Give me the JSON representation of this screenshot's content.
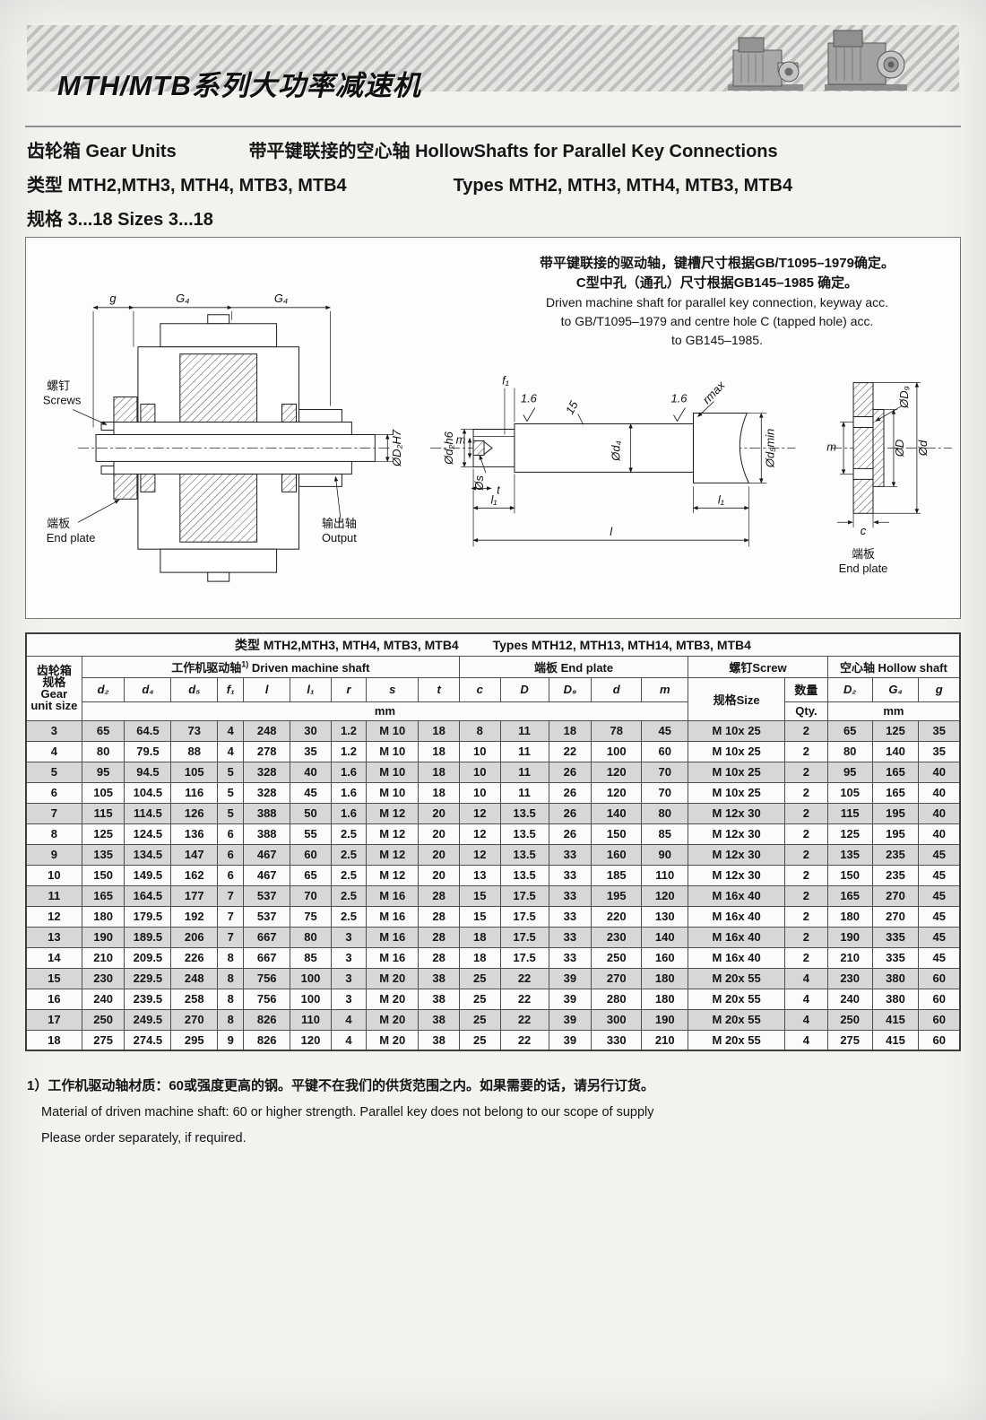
{
  "header": {
    "title": "MTH/MTB系列大功率减速机"
  },
  "intro": {
    "line1_left": "齿轮箱 Gear Units",
    "line1_right": "带平键联接的空心轴 HollowShafts for Parallel Key Connections",
    "line2_left": "类型 MTH2,MTH3, MTH4, MTB3, MTB4",
    "line2_right": "Types MTH2, MTH3, MTH4, MTB3, MTB4",
    "line3": "规格 3...18 Sizes 3...18"
  },
  "drawing": {
    "notes": [
      "带平键联接的驱动轴，键槽尺寸根据GB/T1095–1979确定。",
      "C型中孔（通孔）尺寸根据GB145–1985 确定。",
      "Driven machine shaft for parallel key connection, keyway acc.",
      "to GB/T1095–1979 and centre hole C (tapped hole) acc.",
      "to GB145–1985."
    ],
    "labels": {
      "g": "g",
      "g4_left": "G₄",
      "g4_right": "G₄",
      "screws_zh": "螺钉",
      "screws_en": "Screws",
      "endplate_left_zh": "端板",
      "endplate_left_en": "End plate",
      "output_zh": "输出轴",
      "output_en": "Output",
      "d2h7": "ØD₂H7",
      "f1": "f₁",
      "finish_left": "1.6",
      "angle15": "15",
      "finish_right": "1.6",
      "rmax": "rmax",
      "d2h6": "Ød₂h6",
      "m_shaft": "m",
      "s": "Øs",
      "t": "t",
      "d4": "Ød₄",
      "d5min": "Ød₅min",
      "l1_left": "l₁",
      "l": "l",
      "l1_right": "l₁",
      "d9": "ØD₉",
      "m_plate": "m",
      "dD": "ØD",
      "dd": "Ød",
      "c": "c",
      "endplate_right_zh": "端板",
      "endplate_right_en": "End plate"
    }
  },
  "table": {
    "caption_left": "类型 MTH2,MTH3, MTH4, MTB3, MTB4",
    "caption_right": "Types MTH12, MTH13, MTH14, MTB3, MTB4",
    "group_headers": {
      "gearbox": [
        "齿轮箱",
        "规格",
        "Gear",
        "unit size"
      ],
      "driven_shaft_zh": "工作机驱动轴",
      "driven_shaft_sup": "1)",
      "driven_shaft_en": "Driven machine shaft",
      "end_plate": "端板 End plate",
      "screw": "螺钉Screw",
      "hollow_shaft": "空心轴 Hollow   shaft"
    },
    "sub_headers": [
      "d₂",
      "d₄",
      "d₅",
      "f₁",
      "l",
      "l₁",
      "r",
      "s",
      "t",
      "c",
      "D",
      "D₉",
      "d",
      "m",
      "规格Size",
      "数量",
      "D₂",
      "G₄",
      "g"
    ],
    "units": {
      "mm_left": "mm",
      "qty": "Qty.",
      "mm_right": "mm"
    },
    "rows": [
      [
        "3",
        "65",
        "64.5",
        "73",
        "4",
        "248",
        "30",
        "1.2",
        "M 10",
        "18",
        "8",
        "11",
        "18",
        "78",
        "45",
        "M 10x 25",
        "2",
        "65",
        "125",
        "35"
      ],
      [
        "4",
        "80",
        "79.5",
        "88",
        "4",
        "278",
        "35",
        "1.2",
        "M 10",
        "18",
        "10",
        "11",
        "22",
        "100",
        "60",
        "M 10x 25",
        "2",
        "80",
        "140",
        "35"
      ],
      [
        "5",
        "95",
        "94.5",
        "105",
        "5",
        "328",
        "40",
        "1.6",
        "M 10",
        "18",
        "10",
        "11",
        "26",
        "120",
        "70",
        "M 10x 25",
        "2",
        "95",
        "165",
        "40"
      ],
      [
        "6",
        "105",
        "104.5",
        "116",
        "5",
        "328",
        "45",
        "1.6",
        "M 10",
        "18",
        "10",
        "11",
        "26",
        "120",
        "70",
        "M 10x 25",
        "2",
        "105",
        "165",
        "40"
      ],
      [
        "7",
        "115",
        "114.5",
        "126",
        "5",
        "388",
        "50",
        "1.6",
        "M 12",
        "20",
        "12",
        "13.5",
        "26",
        "140",
        "80",
        "M 12x 30",
        "2",
        "115",
        "195",
        "40"
      ],
      [
        "8",
        "125",
        "124.5",
        "136",
        "6",
        "388",
        "55",
        "2.5",
        "M 12",
        "20",
        "12",
        "13.5",
        "26",
        "150",
        "85",
        "M 12x 30",
        "2",
        "125",
        "195",
        "40"
      ],
      [
        "9",
        "135",
        "134.5",
        "147",
        "6",
        "467",
        "60",
        "2.5",
        "M 12",
        "20",
        "12",
        "13.5",
        "33",
        "160",
        "90",
        "M 12x 30",
        "2",
        "135",
        "235",
        "45"
      ],
      [
        "10",
        "150",
        "149.5",
        "162",
        "6",
        "467",
        "65",
        "2.5",
        "M 12",
        "20",
        "13",
        "13.5",
        "33",
        "185",
        "110",
        "M 12x 30",
        "2",
        "150",
        "235",
        "45"
      ],
      [
        "11",
        "165",
        "164.5",
        "177",
        "7",
        "537",
        "70",
        "2.5",
        "M 16",
        "28",
        "15",
        "17.5",
        "33",
        "195",
        "120",
        "M 16x 40",
        "2",
        "165",
        "270",
        "45"
      ],
      [
        "12",
        "180",
        "179.5",
        "192",
        "7",
        "537",
        "75",
        "2.5",
        "M 16",
        "28",
        "15",
        "17.5",
        "33",
        "220",
        "130",
        "M 16x 40",
        "2",
        "180",
        "270",
        "45"
      ],
      [
        "13",
        "190",
        "189.5",
        "206",
        "7",
        "667",
        "80",
        "3",
        "M 16",
        "28",
        "18",
        "17.5",
        "33",
        "230",
        "140",
        "M 16x 40",
        "2",
        "190",
        "335",
        "45"
      ],
      [
        "14",
        "210",
        "209.5",
        "226",
        "8",
        "667",
        "85",
        "3",
        "M 16",
        "28",
        "18",
        "17.5",
        "33",
        "250",
        "160",
        "M 16x 40",
        "2",
        "210",
        "335",
        "45"
      ],
      [
        "15",
        "230",
        "229.5",
        "248",
        "8",
        "756",
        "100",
        "3",
        "M 20",
        "38",
        "25",
        "22",
        "39",
        "270",
        "180",
        "M 20x 55",
        "4",
        "230",
        "380",
        "60"
      ],
      [
        "16",
        "240",
        "239.5",
        "258",
        "8",
        "756",
        "100",
        "3",
        "M 20",
        "38",
        "25",
        "22",
        "39",
        "280",
        "180",
        "M 20x 55",
        "4",
        "240",
        "380",
        "60"
      ],
      [
        "17",
        "250",
        "249.5",
        "270",
        "8",
        "826",
        "110",
        "4",
        "M 20",
        "38",
        "25",
        "22",
        "39",
        "300",
        "190",
        "M 20x 55",
        "4",
        "250",
        "415",
        "60"
      ],
      [
        "18",
        "275",
        "274.5",
        "295",
        "9",
        "826",
        "120",
        "4",
        "M 20",
        "38",
        "25",
        "22",
        "39",
        "330",
        "210",
        "M 20x 55",
        "4",
        "275",
        "415",
        "60"
      ]
    ]
  },
  "footnotes": [
    "1）工作机驱动轴材质：60或强度更高的钢。平键不在我们的供货范围之内。如果需要的话，请另行订货。",
    "Material of driven machine shaft: 60 or higher strength. Parallel key does not belong to our scope of supply",
    "Please order separately, if required."
  ]
}
